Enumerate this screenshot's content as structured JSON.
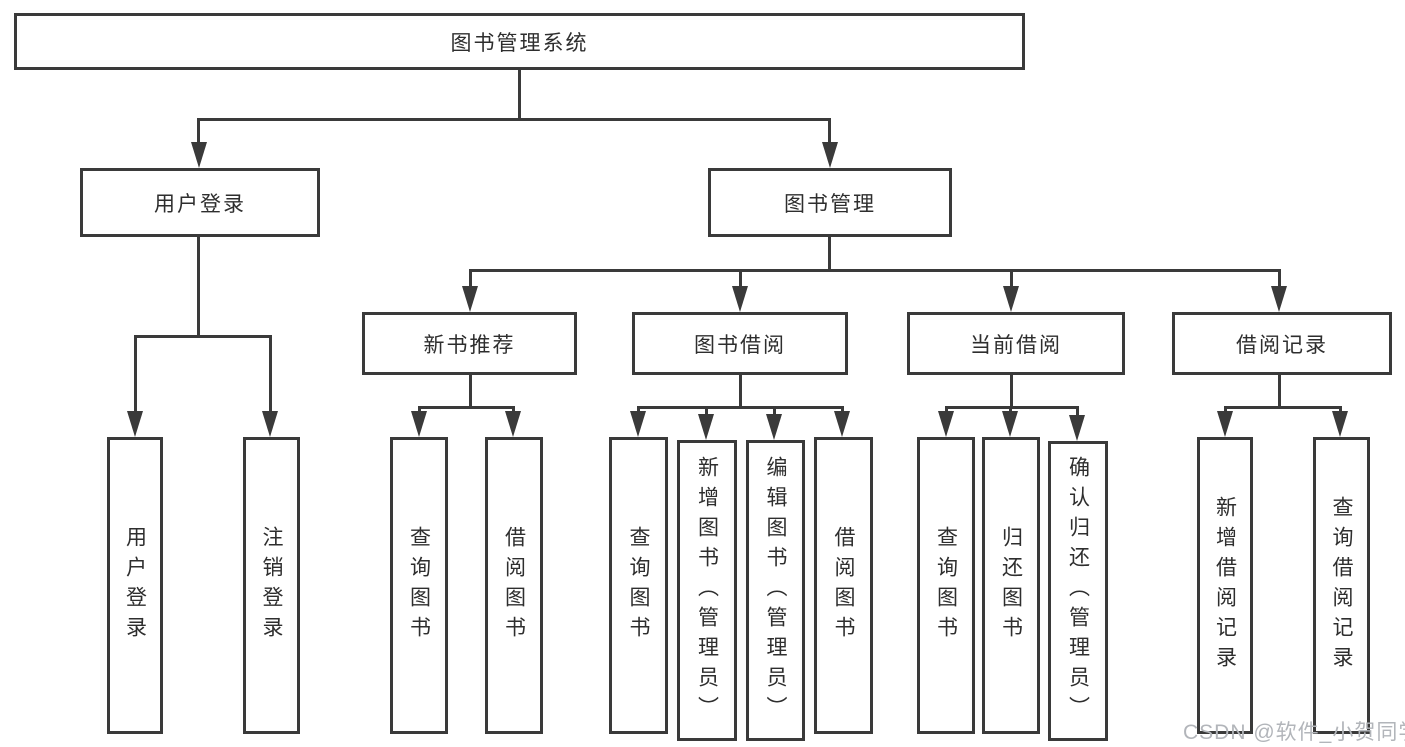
{
  "diagram_type": "hierarchy-tree",
  "colors": {
    "line": "#3a3a3a",
    "node_border": "#3a3a3a",
    "node_background": "#ffffff",
    "text": "#2e2e2e",
    "watermark": "#b2b5ba"
  },
  "watermark": {
    "text": "CSDN @软件_小贺同学"
  },
  "tree": {
    "label": "图书管理系统",
    "children": [
      {
        "label": "用户登录",
        "children": [
          {
            "label": "用户登录"
          },
          {
            "label": "注销登录"
          }
        ]
      },
      {
        "label": "图书管理",
        "children": [
          {
            "label": "新书推荐",
            "children": [
              {
                "label": "查询图书"
              },
              {
                "label": "借阅图书"
              }
            ]
          },
          {
            "label": "图书借阅",
            "children": [
              {
                "label": "查询图书"
              },
              {
                "label": "新增图书（管理员）"
              },
              {
                "label": "编辑图书（管理员）"
              },
              {
                "label": "借阅图书"
              }
            ]
          },
          {
            "label": "当前借阅",
            "children": [
              {
                "label": "查询图书"
              },
              {
                "label": "归还图书"
              },
              {
                "label": "确认归还（管理员）"
              }
            ]
          },
          {
            "label": "借阅记录",
            "children": [
              {
                "label": "新增借阅记录"
              },
              {
                "label": "查询借阅记录"
              }
            ]
          }
        ]
      }
    ]
  }
}
